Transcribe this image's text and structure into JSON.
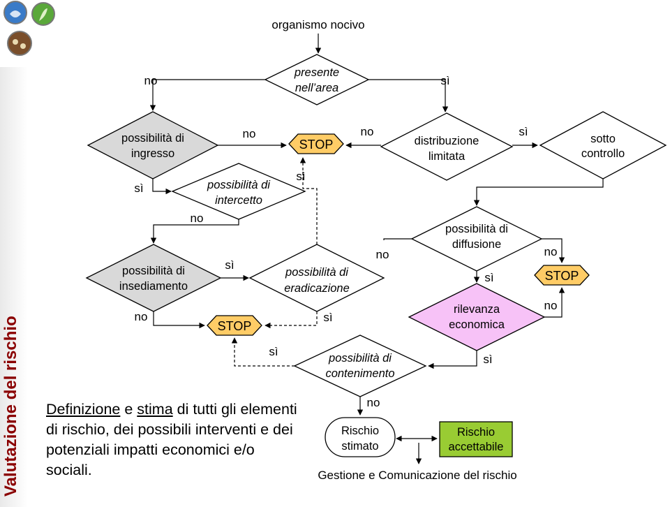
{
  "side_title": "Valutazione del rischio",
  "description": {
    "w1": "Definizione",
    "w2": " e ",
    "w3": "stima",
    "rest": " di tutti gli elementi di rischio, dei possibili interventi e dei potenziali impatti economici e/o sociali."
  },
  "nodes": {
    "organismo": "organismo nocivo",
    "presente_1": "presente",
    "presente_2": "nell’area",
    "ingresso_1": "possibilità di",
    "ingresso_2": "ingresso",
    "intercetto_1": "possibilità di",
    "intercetto_2": "intercetto",
    "stop1": "STOP",
    "distribuzione_1": "distribuzione",
    "distribuzione_2": "limitata",
    "sotto_1": "sotto",
    "sotto_2": "controllo",
    "insediamento_1": "possibilità di",
    "insediamento_2": "insediamento",
    "eradicazione_1": "possibilità di",
    "eradicazione_2": "eradicazione",
    "diffusione_1": "possibilità di",
    "diffusione_2": "diffusione",
    "stop3": "STOP",
    "stop2": "STOP",
    "rilevanza_1": "rilevanza",
    "rilevanza_2": "economica",
    "contenimento_1": "possibilità di",
    "contenimento_2": "contenimento",
    "stimato_1": "Rischio",
    "stimato_2": "stimato",
    "accettabile_1": "Rischio",
    "accettabile_2": "accettabile",
    "gestione": "Gestione e Comunicazione del rischio"
  },
  "edge_labels": {
    "presente_no": "no",
    "presente_si": "sì",
    "ingresso_no": "no",
    "ingresso_si": "sì",
    "intercetto_si": "sì",
    "intercetto_no": "no",
    "distribuzione_no": "no",
    "distribuzione_si": "sì",
    "insediamento_si": "sì",
    "insediamento_no": "no",
    "eradicazione_si": "sì",
    "stop2_si": "sì",
    "diffusione_no": "no",
    "diffusione_si": "sì",
    "diffusione_no2": "no",
    "rilevanza_no": "no",
    "rilevanza_si": "sì",
    "contenimento_no": "no"
  },
  "colors": {
    "decision_gray": "#d9d9d9",
    "stop_yellow": "#ffcc66",
    "rilevanza_pink": "#f7c2f7",
    "accettabile_green": "#99cc33",
    "side_title": "#8a0000"
  }
}
